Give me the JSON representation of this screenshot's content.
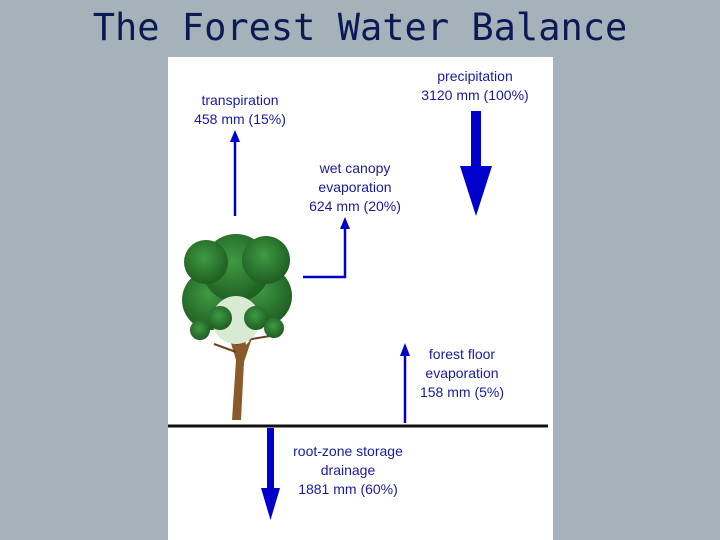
{
  "title": "The Forest Water Balance",
  "colors": {
    "background": "#a6b2b9",
    "title": "#0b1a55",
    "label_text": "#1a1aa0",
    "arrow": "#0000cc",
    "ground": "#111111",
    "tree_foliage": "#2e7d32",
    "tree_trunk": "#8b5a2b"
  },
  "flows": {
    "precipitation": {
      "name": "precipitation",
      "value": "3120 mm (100%)"
    },
    "transpiration": {
      "name": "transpiration",
      "value": "458 mm (15%)"
    },
    "wet_canopy": {
      "name_line1": "wet canopy",
      "name_line2": "evaporation",
      "value": "624 mm (20%)"
    },
    "forest_floor": {
      "name_line1": "forest floor",
      "name_line2": "evaporation",
      "value": "158 mm (5%)"
    },
    "drainage": {
      "name_line1": "root-zone storage",
      "name_line2": "drainage",
      "value": "1881 mm (60%)"
    }
  }
}
